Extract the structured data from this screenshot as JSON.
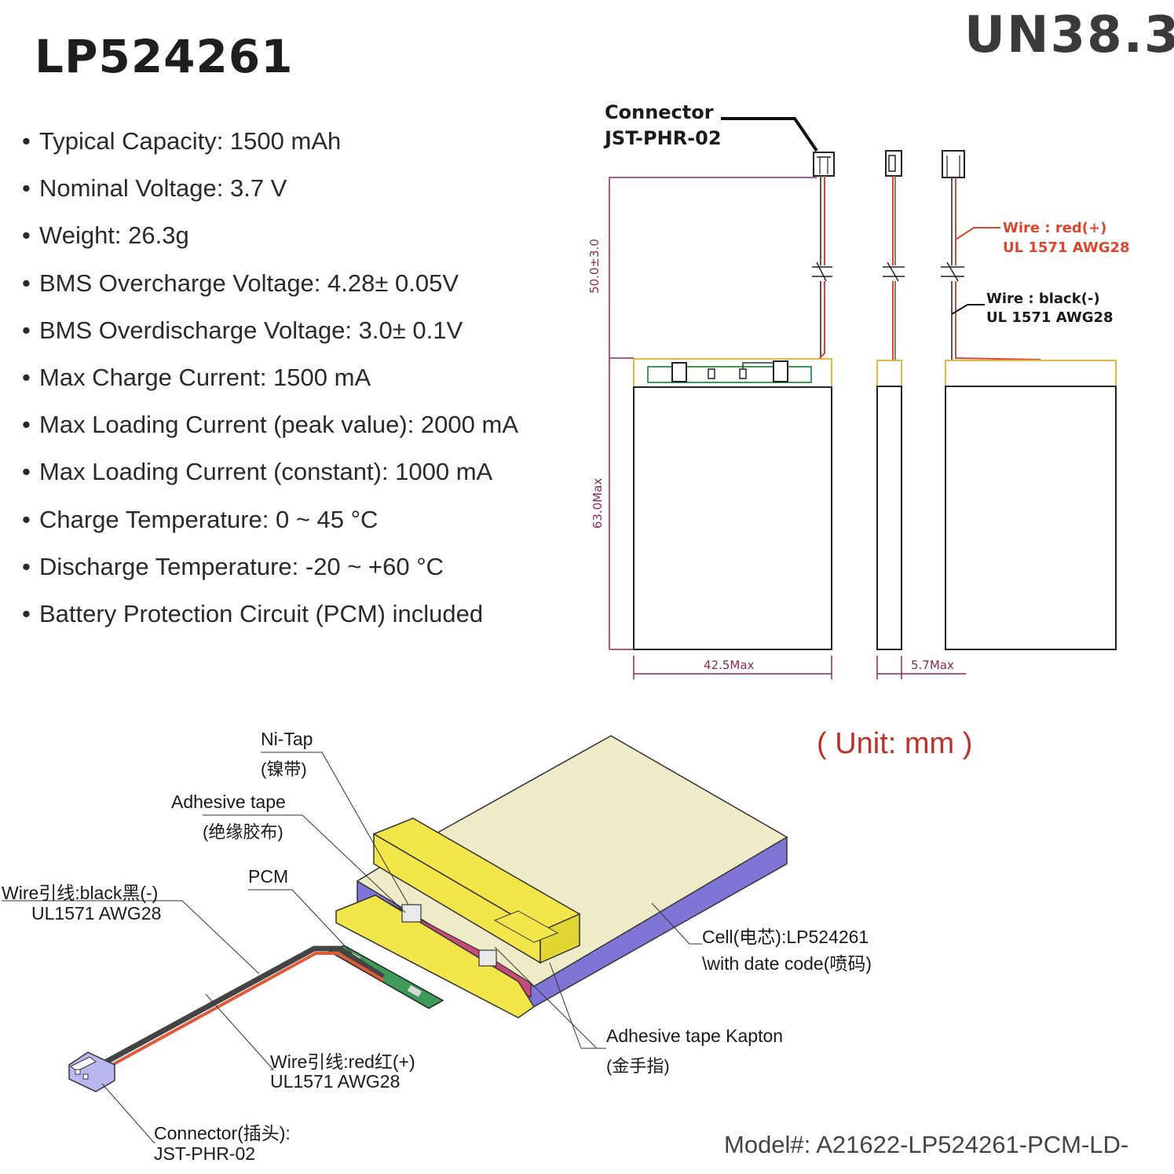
{
  "title": "LP524261",
  "certification": "UN38.3",
  "specs": [
    "Typical Capacity: 1500 mAh",
    "Nominal Voltage: 3.7 V",
    "Weight: 26.3g",
    "BMS Overcharge Voltage: 4.28± 0.05V",
    "BMS Overdischarge Voltage: 3.0± 0.1V",
    "Max Charge Current: 1500 mA",
    "Max Loading Current (peak value): 2000 mA",
    "Max Loading Current (constant): 1000 mA",
    "Charge Temperature: 0 ~ 45 °C",
    "Discharge Temperature: -20 ~ +60 °C",
    "Battery Protection Circuit (PCM) included"
  ],
  "bullet": "•",
  "drawing": {
    "connector_label": "Connector",
    "connector_model": "JST-PHR-02",
    "wire_red_label": "Wire : red(+)",
    "wire_red_spec": "UL 1571 AWG28",
    "wire_black_label": "Wire : black(-)",
    "wire_black_spec": "UL 1571 AWG28",
    "dim_wire_length": "50.0±3.0",
    "dim_height": "63.0Max",
    "dim_width": "42.5Max",
    "dim_thickness": "5.7Max"
  },
  "exploded": {
    "unit_note": "( Unit: mm )",
    "ni_tap": "Ni-Tap",
    "ni_tap_cn": "(镍带)",
    "adhesive_tape": "Adhesive tape",
    "adhesive_tape_cn": "(绝缘胶布)",
    "pcm": "PCM",
    "wire_black_1": "Wire引线:black黑(-)",
    "wire_black_2": "UL1571 AWG28",
    "wire_red_1": "Wire引线:red红(+)",
    "wire_red_2": "UL1571 AWG28",
    "connector_1": "Connector(插头):",
    "connector_2": "JST-PHR-02",
    "cell_1": "Cell(电芯):LP524261",
    "cell_2": "\\with date code(喷码)",
    "kapton_1": "Adhesive tape Kapton",
    "kapton_2": "(金手指)"
  },
  "model": "Model#: A21622-LP524261-PCM-LD-",
  "colors": {
    "dimension": "#8a2a55",
    "wire_red": "#d9482e",
    "unit_text": "#b8322a",
    "cell_face": "#eeebc9",
    "cell_side": "#7f75d6",
    "yellow_tape": "#f3e64a",
    "kapton_pink": "#c44a7a",
    "pcm_green": "#3f9a5a"
  }
}
